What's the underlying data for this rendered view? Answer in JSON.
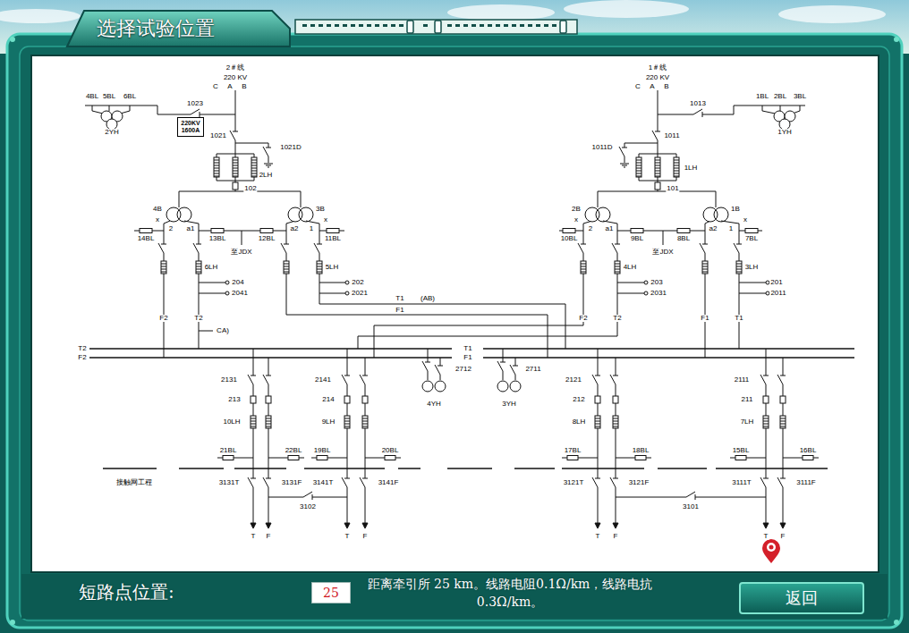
{
  "diagram": {
    "title": "选择试验位置",
    "nodes": [
      {
        "text": [
          "220KV 1600A"
        ]
      },
      {
        "text": [
          "25"
        ]
      },
      {
        "text": [
          "返回"
        ]
      }
    ],
    "labels": [
      "2＃线",
      "220 KV",
      "C",
      "A",
      "B",
      "4BL",
      "5BL",
      "6BL",
      "1023",
      "2YH",
      "1021",
      "1021D",
      "2LH",
      "102",
      "4B",
      "3B",
      "x",
      "2",
      "a1",
      "a2",
      "1",
      "x",
      "14BL",
      "13BL",
      "12BL",
      "11BL",
      "至JDX",
      "6LH",
      "204",
      "2041",
      "5LH",
      "202",
      "2021",
      "F2",
      "T2",
      "CA)",
      "T1",
      "(AB)",
      "F1",
      "1＃线",
      "220 KV",
      "C",
      "A",
      "B",
      "1013",
      "1BL",
      "2BL",
      "3BL",
      "1YH",
      "1011D",
      "1011",
      "1LH",
      "101",
      "2B",
      "1B",
      "x",
      "2",
      "a1",
      "a2",
      "1",
      "x",
      "10BL",
      "9BL",
      "8BL",
      "7BL",
      "至JDX",
      "4LH",
      "203",
      "2031",
      "3LH",
      "201",
      "2011",
      "F2",
      "T2",
      "F1",
      "T1",
      "T2",
      "F2",
      "T1",
      "F1",
      "2712",
      "2711",
      "4YH",
      "3YH",
      "2131",
      "213",
      "10LH",
      "21BL",
      "22BL",
      "2141",
      "214",
      "9LH",
      "19BL",
      "20BL",
      "2121",
      "212",
      "8LH",
      "17BL",
      "18BL",
      "2111",
      "211",
      "7LH",
      "15BL",
      "16BL",
      "接触网工程",
      "3131T",
      "3131F",
      "3141T",
      "3141F",
      "3102",
      "3121T",
      "3121F",
      "3111T",
      "3111F",
      "3101",
      "T",
      "F",
      "T",
      "F",
      "T",
      "F",
      "T",
      "F",
      "短路点位置:",
      "距离牵引所 25 km。线路电阻0.1Ω/km，线路电抗0.3Ω/km。"
    ]
  }
}
